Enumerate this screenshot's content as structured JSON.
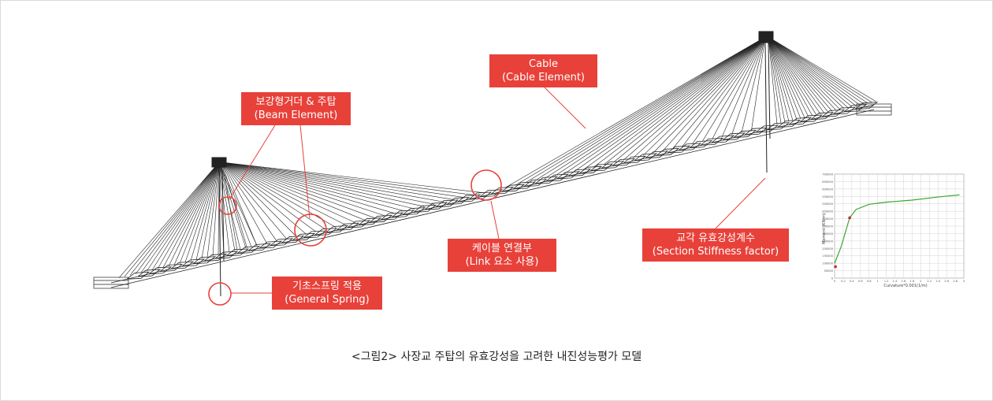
{
  "labels": {
    "beam": {
      "line1": "보강형거더 & 주탑",
      "line2": "(Beam Element)"
    },
    "cable": {
      "line1": "Cable",
      "line2": "(Cable Element)"
    },
    "link": {
      "line1": "케이블 연결부",
      "line2": "(Link 요소 사용)"
    },
    "spring": {
      "line1": "기초스프링 적용",
      "line2": "(General Spring)"
    },
    "section": {
      "line1": "교각 유효강성계수",
      "line2": "(Section Stiffness factor)"
    }
  },
  "caption": "<그림2> 사장교 주탑의 유효강성을 고려한 내진성능평가 모델",
  "colors": {
    "callout": "#e8413a",
    "curve": "#3aa832",
    "model": "#222222"
  },
  "inset": {
    "xlabel": "Curvature*0.001(1/m)",
    "ylabel": "Moment (KN-m)",
    "yticks": [
      "700000",
      "650000",
      "600000",
      "550000",
      "500000",
      "450000",
      "400000",
      "350000",
      "300000",
      "250000",
      "200000",
      "150000",
      "100000",
      "50000",
      "0"
    ],
    "xticks": [
      "0",
      "0.2",
      "0.4",
      "0.6",
      "0.8",
      "1",
      "1.2",
      "1.4",
      "1.6",
      "1.8",
      "2",
      "2.2",
      "2.4",
      "2.6",
      "2.8",
      "3"
    ]
  }
}
